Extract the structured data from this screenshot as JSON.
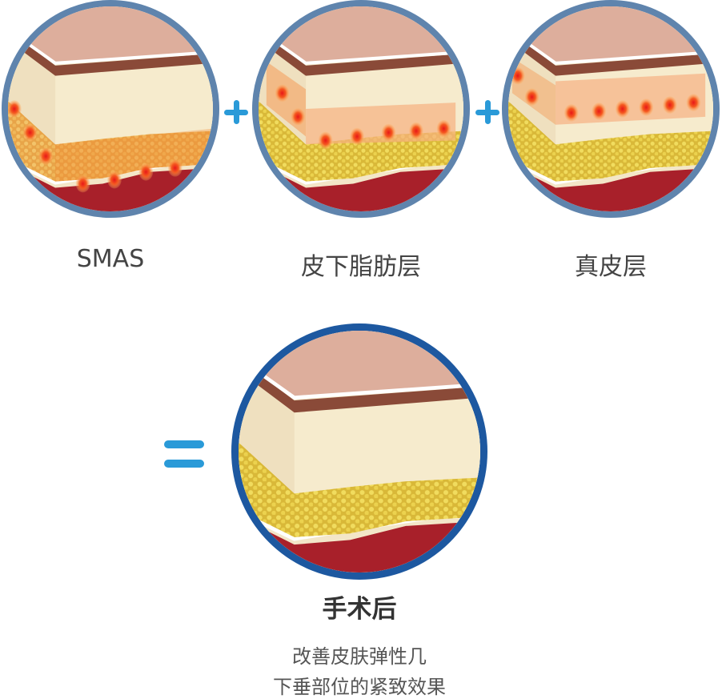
{
  "panels": [
    {
      "label": "SMAS",
      "heated_layer": "smas"
    },
    {
      "label": "皮下脂肪层",
      "heated_layer": "fat"
    },
    {
      "label": "真皮层",
      "heated_layer": "dermis"
    }
  ],
  "operators": {
    "plus": "plus-icon",
    "equals": "equals-icon"
  },
  "result": {
    "title": "手术后",
    "lines": [
      "改善皮肤弹性几",
      "下垂部位的紧致效果"
    ]
  },
  "colors": {
    "ring": "#5f84ad",
    "result_ring": "#1d58a0",
    "operator": "#2a9ad8"
  }
}
